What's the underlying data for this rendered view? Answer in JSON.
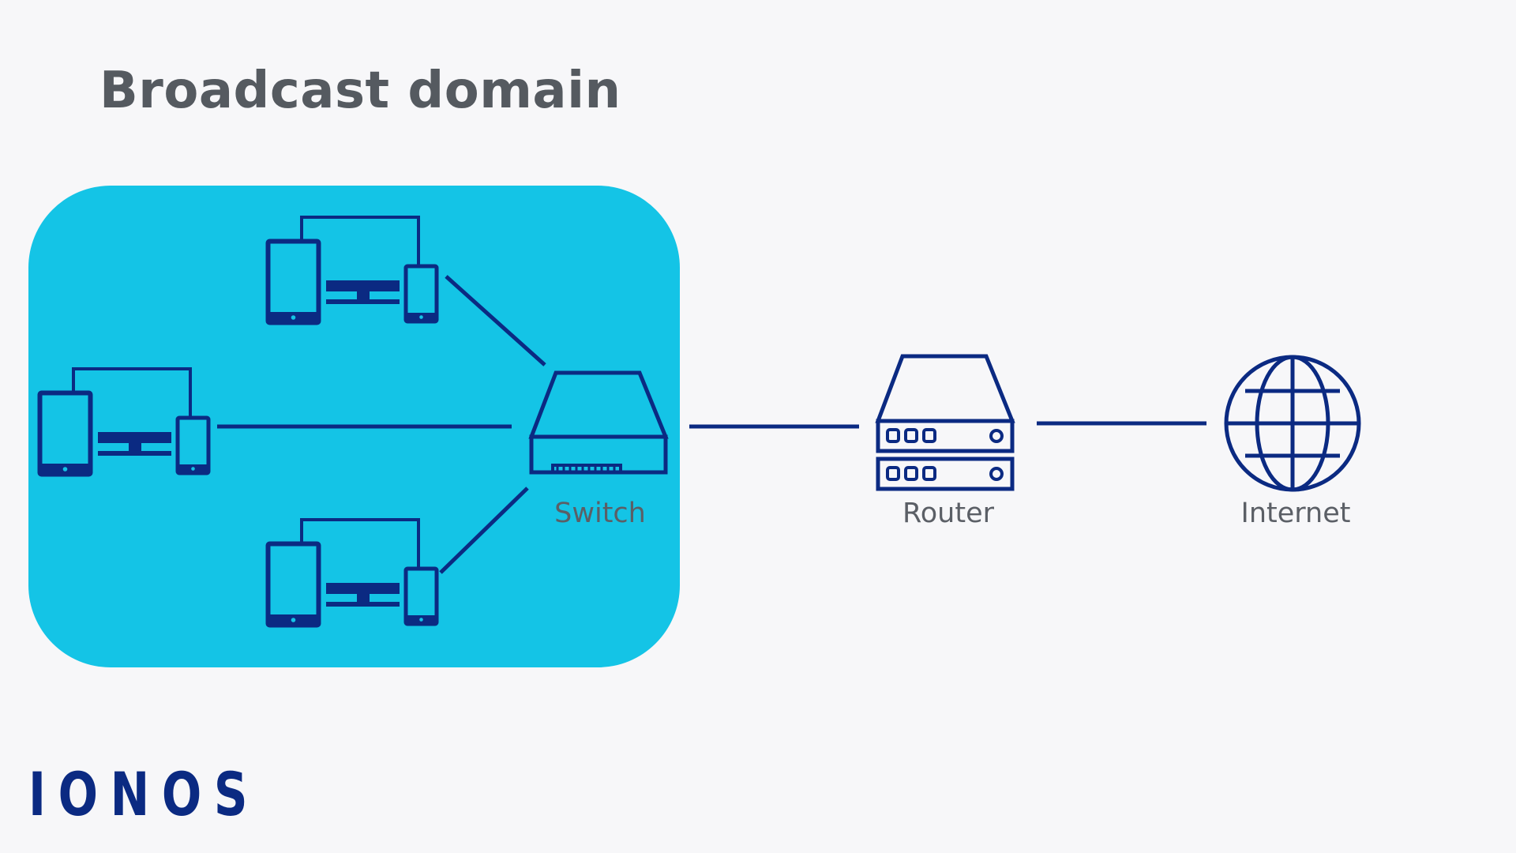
{
  "title": "Broadcast domain",
  "labels": {
    "switch": "Switch",
    "router": "Router",
    "internet": "Internet"
  },
  "logo": "IONOS",
  "colors": {
    "background": "#f7f7f9",
    "domain_fill": "#14c4e6",
    "stroke": "#0b2a82",
    "title": "#555a60",
    "label": "#5b5f66"
  }
}
